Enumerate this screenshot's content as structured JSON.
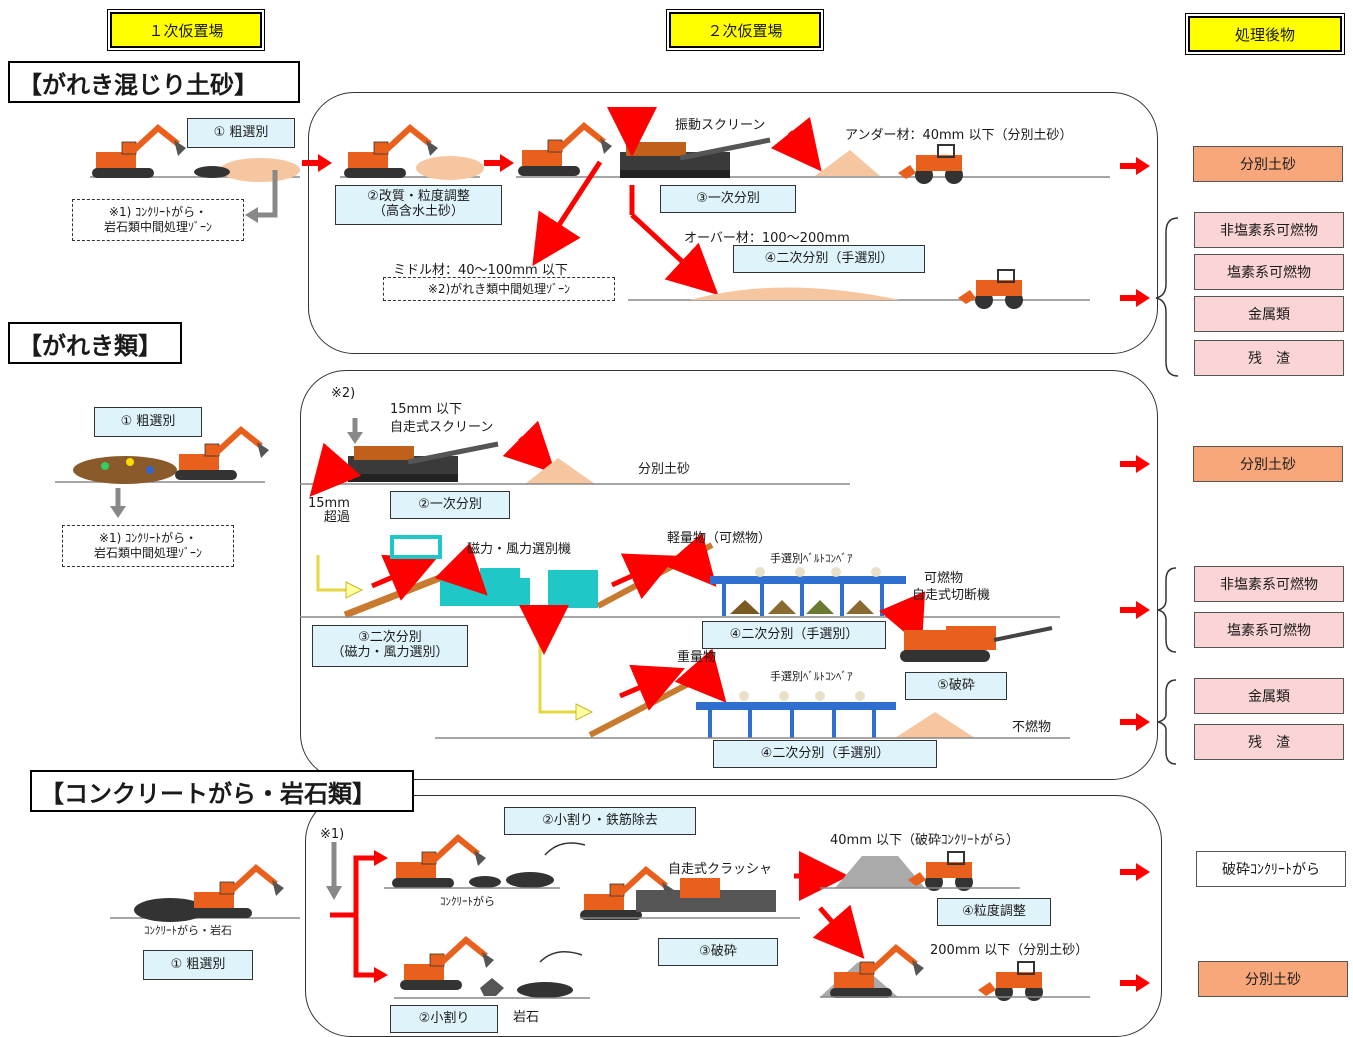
{
  "headers": {
    "primary": "１次仮置場",
    "secondary": "２次仮置場",
    "processed": "処理後物"
  },
  "sections": {
    "mixed_soil": "【がれき混じり土砂】",
    "debris": "【がれき類】",
    "concrete": "【コンクリートがら・岩石類】"
  },
  "mixed_soil": {
    "rough_sort": "① 粗選別",
    "note1": "※1) ｺﾝｸﾘｰﾄがら・\n岩石類中間処理ｿﾞｰﾝ",
    "conditioning": "②改質・粒度調整\n（高含水土砂）",
    "vibrating_screen": "振動スクリーン",
    "under_material": "アンダー材：40mm 以下（分別土砂）",
    "primary_sort": "③一次分別",
    "over_material": "オーバー材：100～200mm",
    "secondary_sort": "④二次分別（手選別）",
    "middle_material": "ミドル材：40～100mm 以下",
    "note2": "※2)がれき類中間処理ｿﾞｰﾝ"
  },
  "debris": {
    "rough_sort": "① 粗選別",
    "note1": "※1) ｺﾝｸﾘｰﾄがら・\n岩石類中間処理ｿﾞｰﾝ",
    "ref2": "※2)",
    "screen_size": "15mm 以下",
    "screen": "自走式スクリーン",
    "separated_soil": "分別土砂",
    "over15": "15mm\n超過",
    "primary_sort": "②一次分別",
    "magnetic_wind": "磁力・風力選別機",
    "secondary_sort_mw": "③二次分別\n（磁力・風力選別）",
    "light": "軽量物（可燃物）",
    "belt1": "手選別ﾍﾞﾙﾄｺﾝﾍﾞｱ",
    "combustible": "可燃物",
    "cutter": "自走式切断機",
    "hand_sort1": "④二次分別（手選別）",
    "heavy": "重量物",
    "belt2": "手選別ﾍﾞﾙﾄｺﾝﾍﾞｱ",
    "crush": "⑤破砕",
    "noncombustible": "不燃物",
    "hand_sort2": "④二次分別（手選別）"
  },
  "concrete": {
    "ref1": "※1)",
    "split_rebar": "②小割り・鉄筋除去",
    "concrete_rubble": "ｺﾝｸﾘｰﾄがら",
    "crusher": "自走式クラッシャ",
    "out40": "40mm 以下（破砕ｺﾝｸﾘｰﾄがら）",
    "size_adjust": "④粒度調整",
    "crush": "③破砕",
    "out200": "200mm 以下（分別土砂）",
    "pile_label": "ｺﾝｸﾘｰﾄがら・岩石",
    "rough_sort": "① 粗選別",
    "split": "②小割り",
    "rock": "岩石"
  },
  "products": {
    "p1": "分別土砂",
    "p2": "非塩素系可燃物",
    "p3": "塩素系可燃物",
    "p4": "金属類",
    "p5": "残　渣",
    "p6": "分別土砂",
    "p7": "非塩素系可燃物",
    "p8": "塩素系可燃物",
    "p9": "金属類",
    "p10": "残　渣",
    "p11": "破砕ｺﾝｸﾘｰﾄがら",
    "p12": "分別土砂"
  },
  "colors": {
    "header": "#ffff00",
    "step_box": "#dff3fb",
    "product_orange": "#f8a77a",
    "product_pink": "#fbd5d5",
    "arrow_red": "#ff0000",
    "excavator": "#e8601c",
    "separator": "#1fc7c7"
  }
}
